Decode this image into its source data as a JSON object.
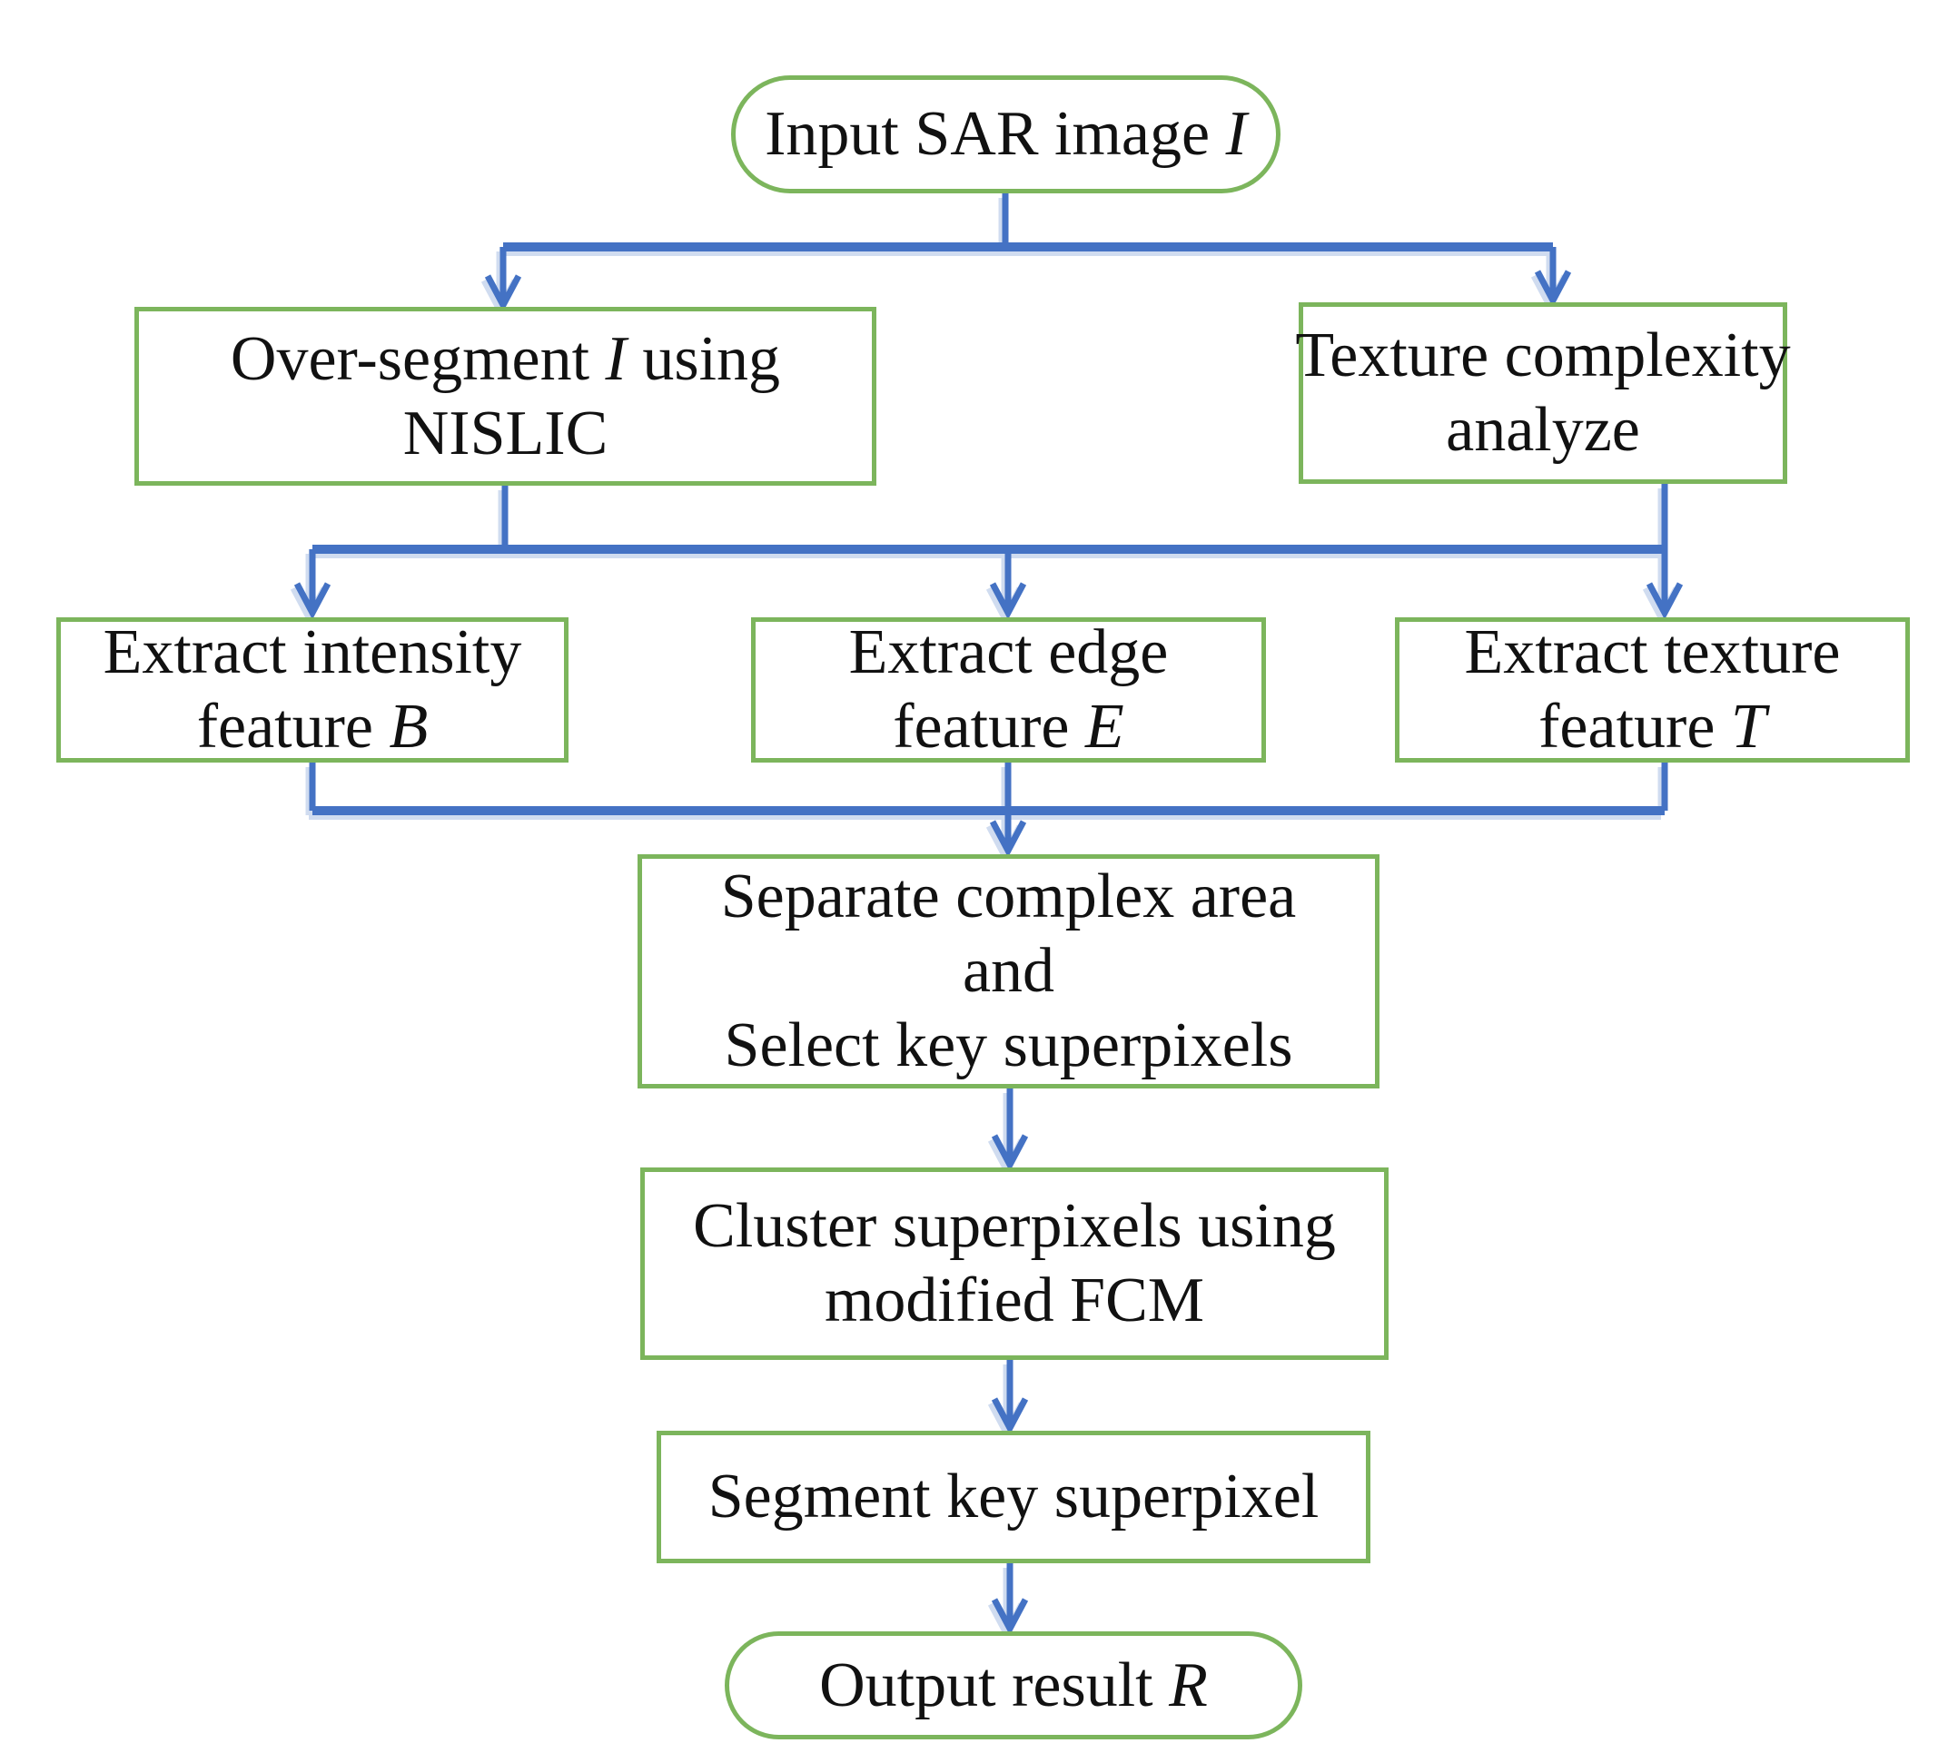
{
  "colors": {
    "connector": "#4472C4",
    "node_border": "#7CB55C",
    "node_fill": "#FFFFFF",
    "text": "#111111",
    "background": "#FFFFFF"
  },
  "nodes": {
    "input": {
      "lines": [
        [
          {
            "t": "Input SAR image "
          },
          {
            "t": "I",
            "i": true
          }
        ]
      ]
    },
    "oversegment": {
      "lines": [
        [
          {
            "t": "Over-segment "
          },
          {
            "t": "I",
            "i": true
          },
          {
            "t": " using"
          }
        ],
        [
          {
            "t": "NISLIC"
          }
        ]
      ]
    },
    "texture_complexity": {
      "lines": [
        [
          {
            "t": "Texture complexity"
          }
        ],
        [
          {
            "t": "analyze"
          }
        ]
      ]
    },
    "extract_intensity": {
      "lines": [
        [
          {
            "t": "Extract intensity"
          }
        ],
        [
          {
            "t": "feature "
          },
          {
            "t": "B",
            "i": true
          }
        ]
      ]
    },
    "extract_edge": {
      "lines": [
        [
          {
            "t": "Extract edge"
          }
        ],
        [
          {
            "t": "feature "
          },
          {
            "t": "E",
            "i": true
          }
        ]
      ]
    },
    "extract_texture": {
      "lines": [
        [
          {
            "t": "Extract texture"
          }
        ],
        [
          {
            "t": "feature "
          },
          {
            "t": "T",
            "i": true
          }
        ]
      ]
    },
    "separate": {
      "lines": [
        [
          {
            "t": "Separate complex area"
          }
        ],
        [
          {
            "t": "and"
          }
        ],
        [
          {
            "t": "Select key superpixels"
          }
        ]
      ]
    },
    "cluster": {
      "lines": [
        [
          {
            "t": "Cluster superpixels using"
          }
        ],
        [
          {
            "t": "modified FCM"
          }
        ]
      ]
    },
    "segment": {
      "lines": [
        [
          {
            "t": "Segment key superpixel"
          }
        ]
      ]
    },
    "output": {
      "lines": [
        [
          {
            "t": "Output result "
          },
          {
            "t": "R",
            "i": true
          }
        ]
      ]
    }
  }
}
